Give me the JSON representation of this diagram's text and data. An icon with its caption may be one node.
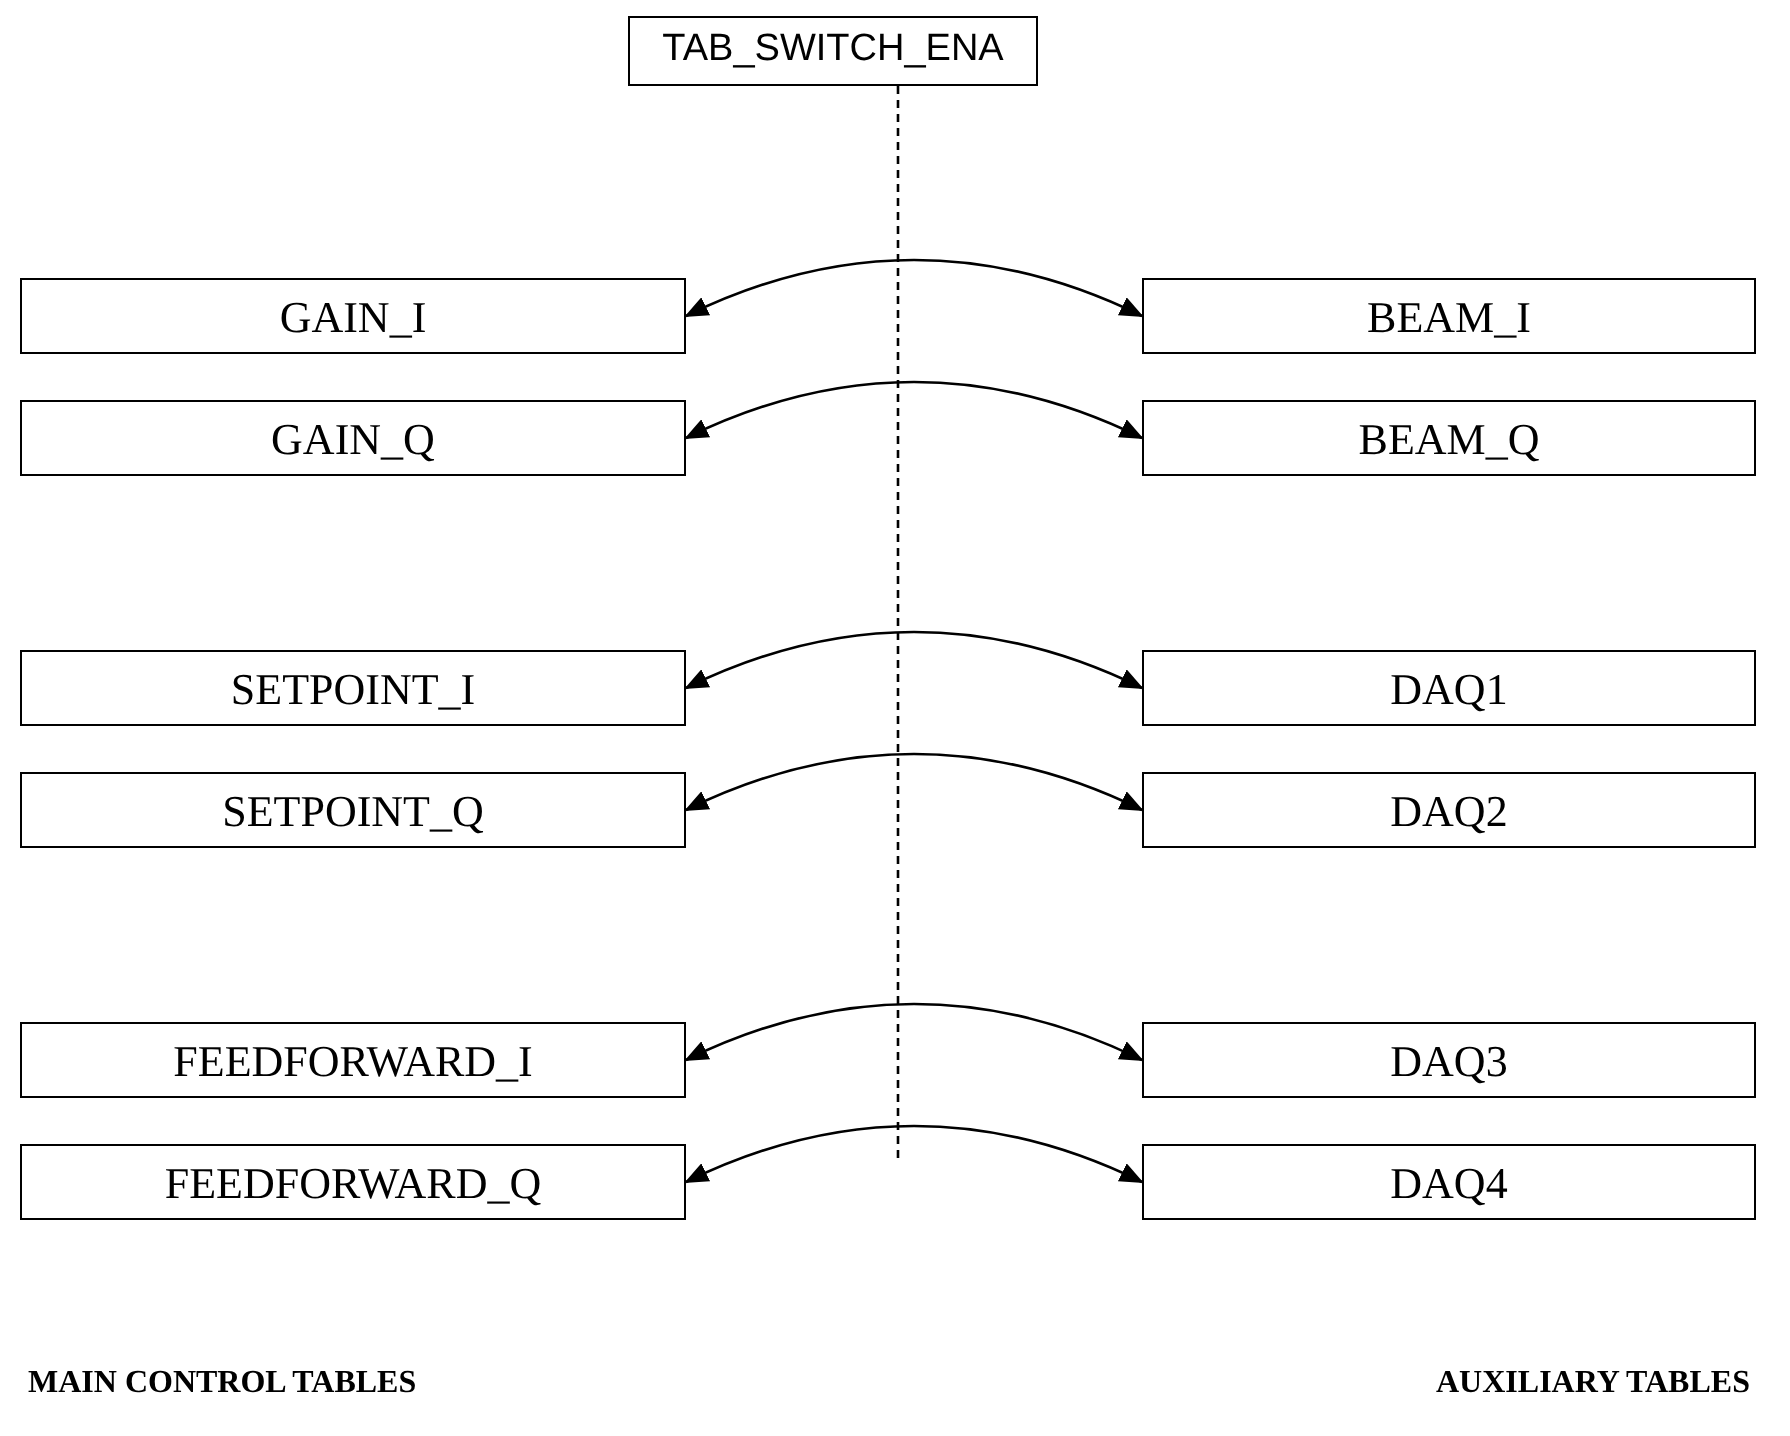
{
  "diagram": {
    "nodes": [
      {
        "text": [
          "TAB_SWITCH_ENA"
        ]
      },
      {
        "text": [
          "GAIN_I"
        ]
      },
      {
        "text": [
          "BEAM_I"
        ]
      },
      {
        "text": [
          "GAIN_Q"
        ]
      },
      {
        "text": [
          "BEAM_Q"
        ]
      },
      {
        "text": [
          "SETPOINT_I"
        ]
      },
      {
        "text": [
          "DAQ1"
        ]
      },
      {
        "text": [
          "SETPOINT_Q"
        ]
      },
      {
        "text": [
          "DAQ2"
        ]
      },
      {
        "text": [
          "FEEDFORWARD_I"
        ]
      },
      {
        "text": [
          "DAQ3"
        ]
      },
      {
        "text": [
          "FEEDFORWARD_Q"
        ]
      },
      {
        "text": [
          "DAQ4"
        ]
      }
    ],
    "edges": [
      {
        "from": 0,
        "to": null,
        "arrow": "none",
        "style": "dashed"
      },
      {
        "from": 1,
        "to": 2,
        "arrow": "both"
      },
      {
        "from": 3,
        "to": 4,
        "arrow": "both"
      },
      {
        "from": 5,
        "to": 6,
        "arrow": "both"
      },
      {
        "from": 7,
        "to": 8,
        "arrow": "both"
      },
      {
        "from": 9,
        "to": 10,
        "arrow": "both"
      },
      {
        "from": 11,
        "to": 12,
        "arrow": "both"
      }
    ],
    "labels": [
      "MAIN CONTROL TABLES",
      "AUXILIARY TABLES"
    ]
  }
}
